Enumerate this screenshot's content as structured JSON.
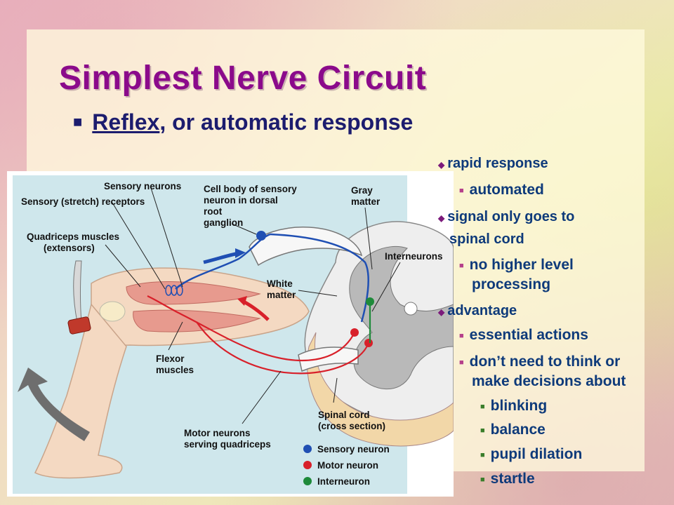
{
  "slide": {
    "title": "Simplest Nerve Circuit",
    "bullet": {
      "link_text": "Reflex",
      "rest_text": ", or automatic response"
    }
  },
  "outline": [
    {
      "level": 1,
      "text": "rapid response"
    },
    {
      "level": 2,
      "text": "automated"
    },
    {
      "level": 1,
      "text": "signal only goes to"
    },
    {
      "level": 1,
      "text": "spinal cord",
      "continuation": true
    },
    {
      "level": 2,
      "text": "no higher level"
    },
    {
      "level": 2,
      "text": "processing",
      "continuation": true
    },
    {
      "level": 1,
      "text": "advantage"
    },
    {
      "level": 2,
      "text": "essential actions"
    },
    {
      "level": 2,
      "text": "don’t need to think or"
    },
    {
      "level": 2,
      "text": "make decisions about",
      "continuation": true
    },
    {
      "level": 3,
      "text": "blinking"
    },
    {
      "level": 3,
      "text": "balance"
    },
    {
      "level": 3,
      "text": "pupil dilation"
    },
    {
      "level": 3,
      "text": "startle"
    }
  ],
  "diagram": {
    "labels": {
      "sensory_neurons": "Sensory neurons",
      "stretch_receptors": "Sensory (stretch) receptors",
      "cell_body_1": "Cell body of sensory",
      "cell_body_2": "neuron in dorsal",
      "cell_body_3": "root",
      "cell_body_4": "ganglion",
      "gray_1": "Gray",
      "gray_2": "matter",
      "quad_1": "Quadriceps muscles",
      "quad_2": "(extensors)",
      "interneurons": "Interneurons",
      "white_1": "White",
      "white_2": "matter",
      "flexor_1": "Flexor",
      "flexor_2": "muscles",
      "spinal_1": "Spinal cord",
      "spinal_2": "(cross section)",
      "motor_1": "Motor neurons",
      "motor_2": "serving quadriceps"
    },
    "legend": [
      {
        "label": "Sensory neuron",
        "color": "#1f4fb3"
      },
      {
        "label": "Motor neuron",
        "color": "#d8202a"
      },
      {
        "label": "Interneuron",
        "color": "#1e8a3a"
      }
    ]
  },
  "colors": {
    "title": "#8b0a8b",
    "body_text": "#0e3a7a",
    "sensory": "#1f4fb3",
    "motor": "#d8202a",
    "inter": "#1e8a3a"
  }
}
